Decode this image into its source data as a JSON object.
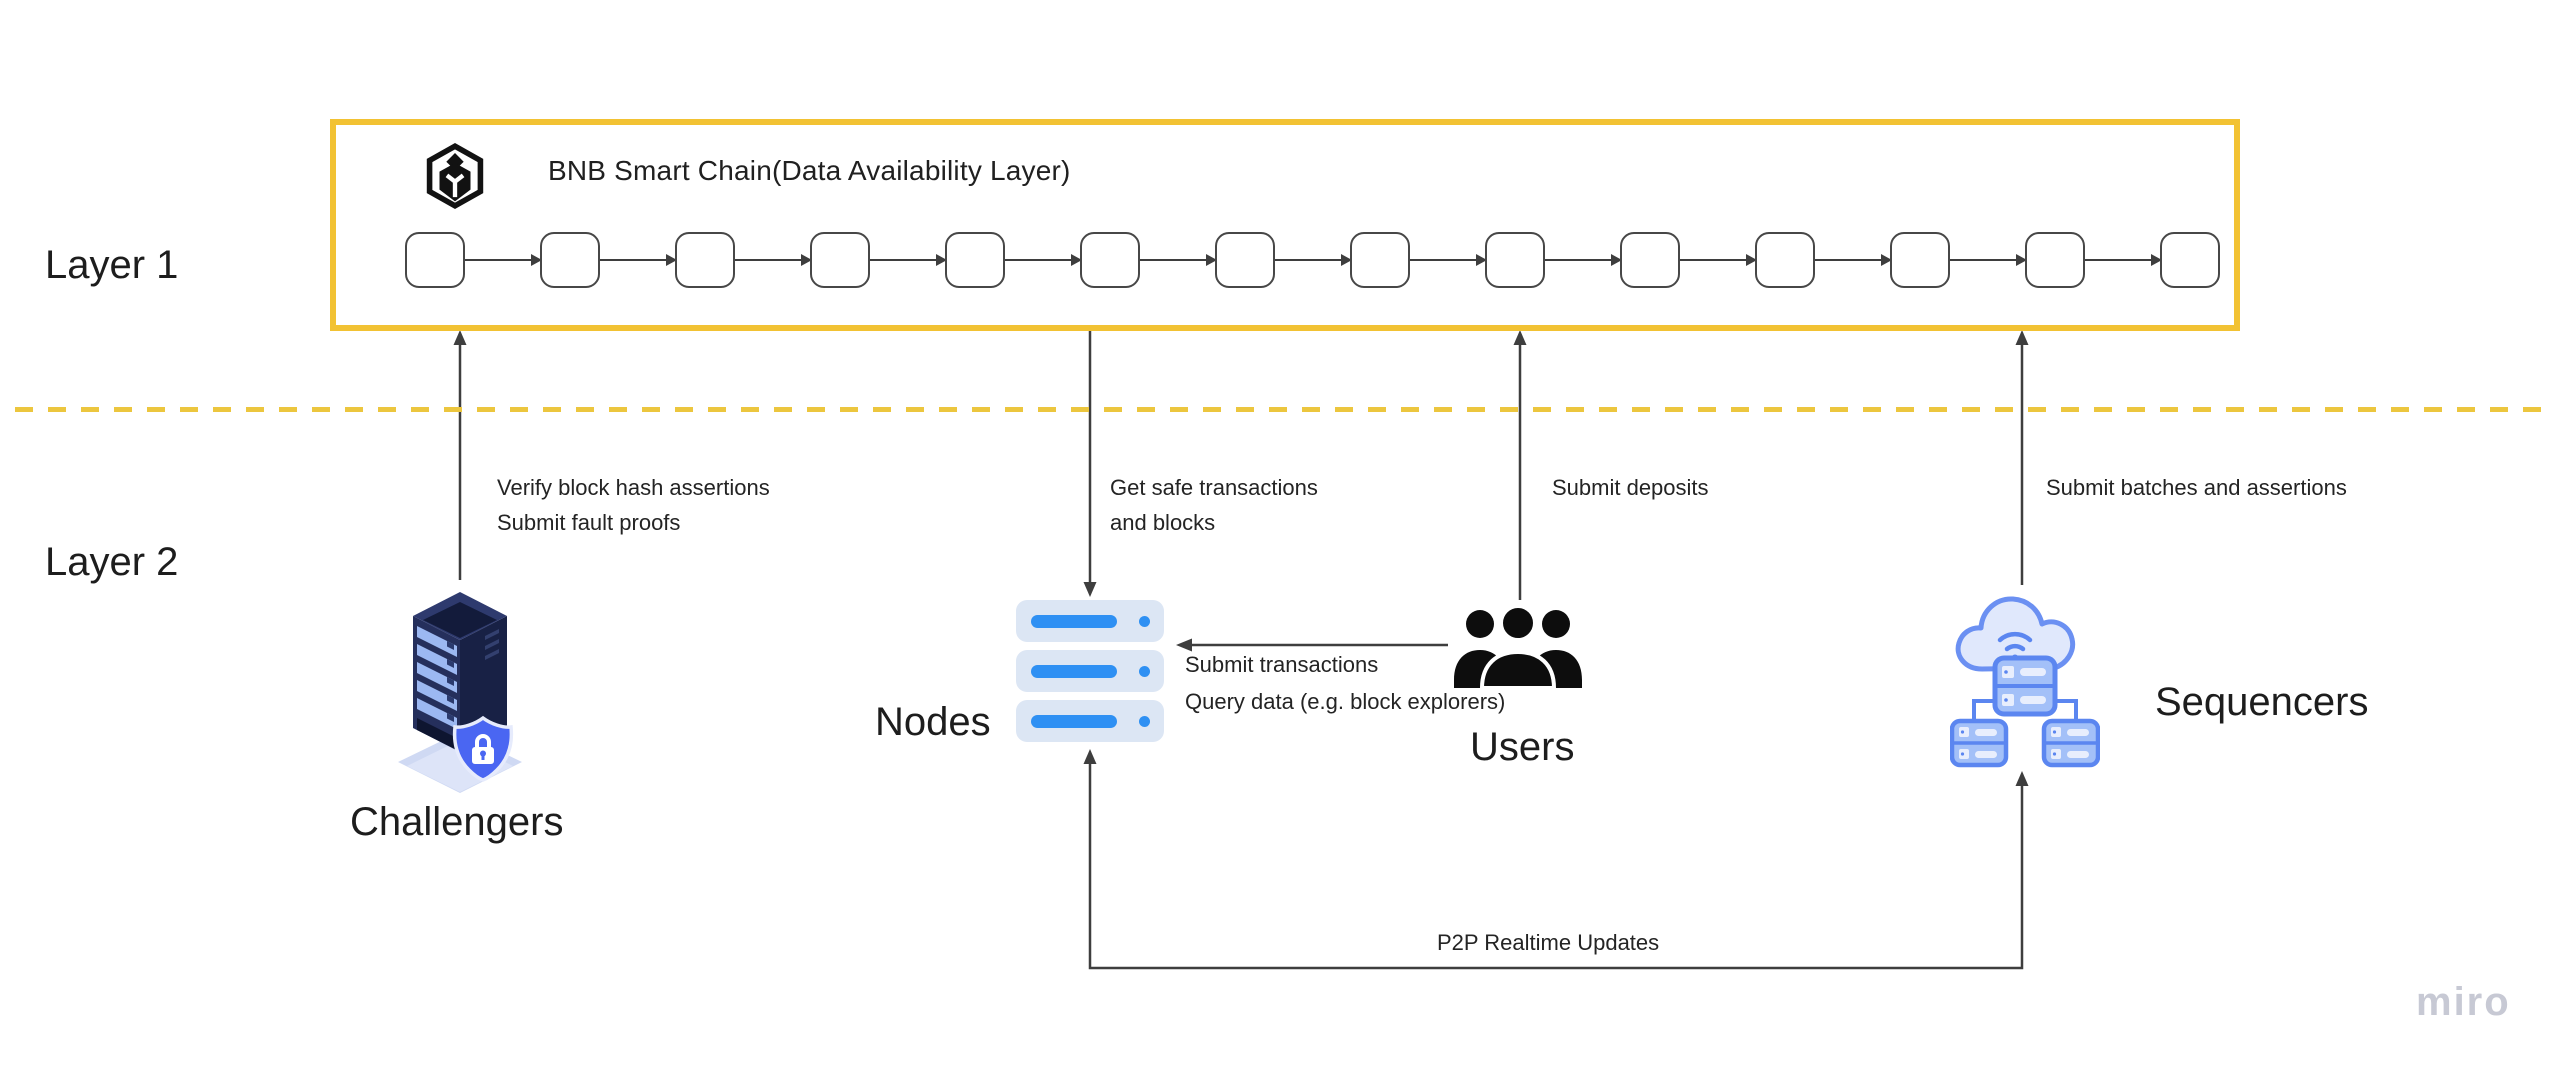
{
  "board": {
    "watermark": "miro"
  },
  "layer1": {
    "label": "Layer 1",
    "box_title": "BNB Smart Chain(Data Availability Layer)",
    "logo_icon": "bnb-chain-logo",
    "block_count": 14,
    "border_color": "#F2C233"
  },
  "layer2": {
    "label": "Layer 2"
  },
  "divider": {
    "style": "dashed",
    "color": "#ECC63E"
  },
  "actors": {
    "challengers": {
      "label": "Challengers",
      "icon": "server-shield-icon"
    },
    "nodes": {
      "label": "Nodes",
      "icon": "server-rows-icon"
    },
    "users": {
      "label": "Users",
      "icon": "users-group-icon"
    },
    "sequencers": {
      "label": "Sequencers",
      "icon": "cloud-server-cluster-icon"
    }
  },
  "edges": {
    "challengers_to_l1": {
      "lines": [
        "Verify block hash assertions",
        "Submit fault proofs"
      ]
    },
    "l1_to_nodes": {
      "lines": [
        "Get safe transactions",
        "and blocks"
      ]
    },
    "users_to_l1": {
      "lines": [
        "Submit deposits"
      ]
    },
    "users_to_nodes": {
      "lines": [
        "Submit transactions",
        "Query data (e.g. block explorers)"
      ]
    },
    "sequencers_to_l1": {
      "lines": [
        "Submit batches and assertions"
      ]
    },
    "nodes_sequencers_p2p": {
      "lines": [
        "P2P Realtime Updates"
      ]
    }
  },
  "colors": {
    "accent_gold": "#F2C233",
    "connector": "#3E3E3E",
    "node_blue": "#2E90F3",
    "icon_blue": "#5B86F0",
    "navy_dark": "#1B2447",
    "text": "#1E1E1E",
    "watermark_gray": "#C7C9D4"
  }
}
